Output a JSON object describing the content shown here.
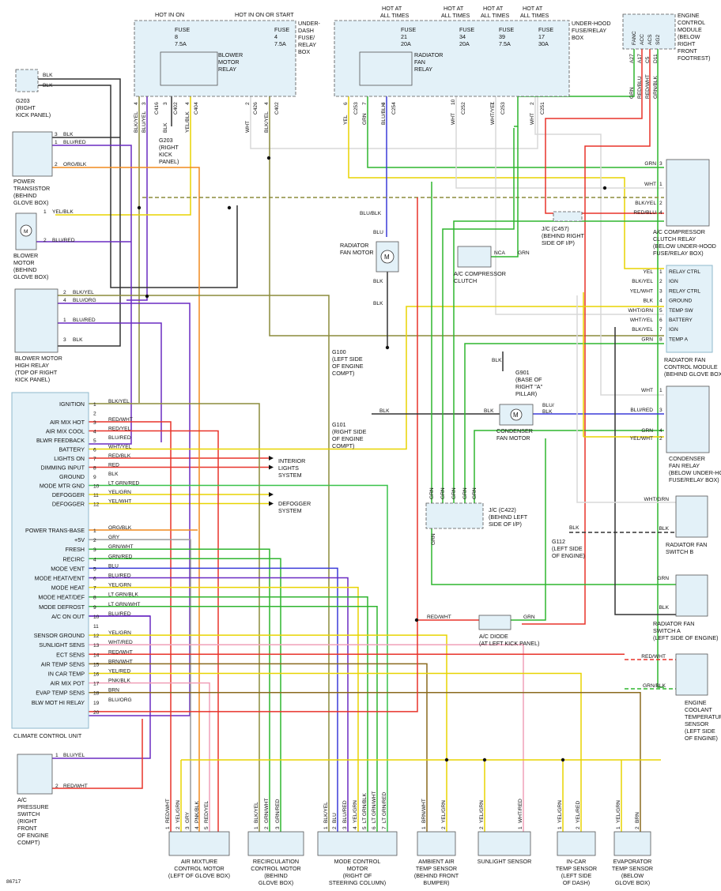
{
  "figure_id": "86717",
  "power": {
    "hot_in_on": "HOT IN ON",
    "hot_in_on_or_start": "HOT IN ON OR START",
    "hot_at_all_times": "HOT AT ALL TIMES"
  },
  "underdash_box": {
    "fuse8": [
      "FUSE",
      "8",
      "7.5A"
    ],
    "fuse4": [
      "FUSE",
      "4",
      "7.5A"
    ],
    "relay": [
      "BLOWER",
      "MOTOR",
      "RELAY"
    ],
    "label": [
      "UNDER-",
      "DASH",
      "FUSE/",
      "RELAY",
      "BOX"
    ]
  },
  "underhood_box": {
    "fuse21": [
      "FUSE",
      "21",
      "20A"
    ],
    "fuse34": [
      "FUSE",
      "34",
      "20A"
    ],
    "fuse39": [
      "FUSE",
      "39",
      "7.5A"
    ],
    "fuse17": [
      "FUSE",
      "17",
      "30A"
    ],
    "relay": [
      "RADIATOR",
      "FAN",
      "RELAY"
    ],
    "label": [
      "UNDER-HOOD",
      "FUSE/RELAY",
      "BOX"
    ]
  },
  "ecm": {
    "pins": [
      "FANC",
      "ACC",
      "ACS",
      "SG2"
    ],
    "pin_nums": [
      "A27",
      "A17",
      "C5",
      "D11"
    ],
    "wires": [
      "GRN",
      "RED/BLU",
      "RED/WHT",
      "GRN/BLK"
    ],
    "label": [
      "ENGINE",
      "CONTROL",
      "MODULE",
      "(BELOW",
      "RIGHT",
      "FRONT",
      "FOOTREST)"
    ]
  },
  "top_wires": {
    "ud": [
      {
        "pin": "4",
        "wire": "BLK/YEL"
      },
      {
        "pin": "3",
        "wire": "BLU/YEL"
      },
      {
        "pin": "3",
        "wire": "BLK"
      },
      {
        "pin": "4",
        "wire": "YEL/BLK"
      },
      {
        "pin": "2",
        "wire": "WHT"
      },
      {
        "pin": "4",
        "wire": "BLK/YEL"
      }
    ],
    "ud_conn": [
      "C416",
      "C402",
      "C404",
      "C426",
      "C402"
    ],
    "uh": [
      {
        "pin": "6",
        "wire": "YEL"
      },
      {
        "pin": "7",
        "wire": "GRN"
      },
      {
        "pin": "4",
        "wire": "BLU/BLK"
      },
      {
        "pin": "10",
        "wire": "WHT"
      },
      {
        "pin": "7",
        "wire": "WHT/YEL"
      },
      {
        "pin": "2",
        "wire": "WHT"
      }
    ],
    "uh_conn": [
      "C253",
      "C254",
      "C252",
      "C253",
      "C251"
    ]
  },
  "left_components": {
    "g203_a": [
      "G203",
      "(RIGHT",
      "KICK PANEL)"
    ],
    "g203_a_wires": [
      "BLK",
      "BLK"
    ],
    "g203_b": [
      "G203",
      "(RIGHT",
      "KICK",
      "PANEL)"
    ],
    "power_transistor": {
      "label": [
        "POWER",
        "TRANSISTOR",
        "(BEHIND",
        "GLOVE BOX)"
      ],
      "pins": [
        {
          "pin": "3",
          "wire": "BLK"
        },
        {
          "pin": "1",
          "wire": "BLU/RED"
        },
        {
          "pin": "2",
          "wire": "ORG/BLK"
        }
      ]
    },
    "blower_motor": {
      "label": [
        "BLOWER",
        "MOTOR",
        "(BEHIND",
        "GLOVE BOX)"
      ],
      "pins": [
        {
          "pin": "1",
          "wire": "YEL/BLK"
        },
        {
          "pin": "2",
          "wire": "BLU/RED"
        }
      ]
    },
    "blower_high_relay": {
      "label": [
        "BLOWER MOTOR",
        "HIGH RELAY",
        "(TOP OF RIGHT",
        "KICK PANEL)"
      ],
      "pins": [
        {
          "pin": "2",
          "wire": "BLK/YEL"
        },
        {
          "pin": "4",
          "wire": "BLU/ORG"
        },
        {
          "pin": "1",
          "wire": "BLU/RED"
        },
        {
          "pin": "3",
          "wire": "BLK"
        }
      ]
    },
    "ac_pressure_switch": {
      "label": [
        "A/C",
        "PRESSURE",
        "SWITCH",
        "(RIGHT",
        "FRONT",
        "OF ENGINE",
        "COMPT)"
      ],
      "pins": [
        {
          "pin": "1",
          "wire": "BLU/YEL"
        },
        {
          "pin": "2",
          "wire": "RED/WHT"
        }
      ]
    }
  },
  "ccu": {
    "title": "CLIMATE CONTROL UNIT",
    "a_pins": [
      {
        "name": "IGNITION",
        "pin": "1",
        "wire": "BLK/YEL"
      },
      {
        "name": "",
        "pin": "2",
        "wire": ""
      },
      {
        "name": "AIR MIX HOT",
        "pin": "3",
        "wire": "RED/WHT"
      },
      {
        "name": "AIR MIX COOL",
        "pin": "4",
        "wire": "RED/YEL"
      },
      {
        "name": "BLWR FEEDBACK",
        "pin": "5",
        "wire": "BLU/RED"
      },
      {
        "name": "BATTERY",
        "pin": "6",
        "wire": "WHT/YEL"
      },
      {
        "name": "LIGHTS ON",
        "pin": "7",
        "wire": "RED/BLK"
      },
      {
        "name": "DIMMING INPUT",
        "pin": "8",
        "wire": "RED"
      },
      {
        "name": "GROUND",
        "pin": "9",
        "wire": "BLK"
      },
      {
        "name": "MODE MTR GND",
        "pin": "10",
        "wire": "LT GRN/RED"
      },
      {
        "name": "DEFOGGER",
        "pin": "11",
        "wire": "YEL/GRN"
      },
      {
        "name": "DEFOGGER",
        "pin": "12",
        "wire": "YEL/WHT"
      }
    ],
    "b_pins": [
      {
        "name": "POWER TRANS-BASE",
        "pin": "1",
        "wire": "ORG/BLK"
      },
      {
        "name": "+5V",
        "pin": "2",
        "wire": "GRY"
      },
      {
        "name": "FRESH",
        "pin": "3",
        "wire": "GRN/WHT"
      },
      {
        "name": "RECIRC",
        "pin": "4",
        "wire": "GRN/RED"
      },
      {
        "name": "MODE VENT",
        "pin": "5",
        "wire": "BLU"
      },
      {
        "name": "MODE HEAT/VENT",
        "pin": "6",
        "wire": "BLU/RED"
      },
      {
        "name": "MODE HEAT",
        "pin": "7",
        "wire": "YEL/GRN"
      },
      {
        "name": "MODE HEAT/DEF",
        "pin": "8",
        "wire": "LT GRN/BLK"
      },
      {
        "name": "MODE DEFROST",
        "pin": "9",
        "wire": "LT GRN/WHT"
      },
      {
        "name": "A/C ON OUT",
        "pin": "10",
        "wire": "BLU/RED"
      },
      {
        "name": "",
        "pin": "11",
        "wire": ""
      },
      {
        "name": "SENSOR GROUND",
        "pin": "12",
        "wire": "YEL/GRN"
      },
      {
        "name": "SUNLIGHT SENS",
        "pin": "13",
        "wire": "WHT/RED"
      },
      {
        "name": "ECT SENS",
        "pin": "14",
        "wire": "RED/WHT"
      },
      {
        "name": "AIR TEMP SENS",
        "pin": "15",
        "wire": "BRN/WHT"
      },
      {
        "name": "IN CAR TEMP",
        "pin": "16",
        "wire": "YEL/RED"
      },
      {
        "name": "AIR MIX POT",
        "pin": "17",
        "wire": "PNK/BLK"
      },
      {
        "name": "EVAP TEMP SENS",
        "pin": "18",
        "wire": "BRN"
      },
      {
        "name": "BLW MOT HI RELAY",
        "pin": "19",
        "wire": "BLU/ORG"
      },
      {
        "name": "",
        "pin": "20",
        "wire": ""
      }
    ],
    "outputs": {
      "interior": [
        "INTERIOR",
        "LIGHTS",
        "SYSTEM"
      ],
      "defogger": [
        "DEFOGGER",
        "SYSTEM"
      ]
    }
  },
  "center": {
    "rad_fan_motor": [
      "RADIATOR",
      "FAN MOTOR"
    ],
    "rad_fan_wires": [
      "BLU/BLK",
      "BLU",
      "BLK",
      "BLK"
    ],
    "g100": [
      "G100",
      "(LEFT SIDE",
      "OF ENGINE",
      "COMPT)"
    ],
    "ac_clutch": [
      "A/C COMPRESSOR",
      "CLUTCH"
    ],
    "ac_clutch_wires": [
      "NCA",
      "GRN"
    ],
    "jc457": [
      "J/C (C457)",
      "(BEHIND RIGHT",
      "SIDE OF I/P)"
    ],
    "g901": [
      "G901",
      "(BASE OF",
      "RIGHT \"A\"",
      "PILLAR)"
    ],
    "g901_wire": "BLK",
    "g101": [
      "G101",
      "(RIGHT SIDE",
      "OF ENGINE",
      "COMPT)"
    ],
    "g101_wire": "BLK",
    "cond_fan_motor": [
      "CONDENSER",
      "FAN MOTOR"
    ],
    "cond_fan_wires": [
      "BLK",
      "BLU/",
      "BLK"
    ],
    "jc422": [
      "J/C (C422)",
      "(BEHIND LEFT",
      "SIDE OF I/P)"
    ],
    "jc422_wires": [
      "GRN",
      "GRN",
      "GRN",
      "GRN",
      "GRN",
      "GRN"
    ],
    "g112": [
      "G112",
      "(LEFT SIDE",
      "OF ENGINE)"
    ],
    "g112_wire": "BLK",
    "ac_diode": [
      "A/C DIODE",
      "(AT LEFT KICK PANEL)"
    ],
    "ac_diode_wires": [
      "RED/WHT",
      "GRN"
    ]
  },
  "right": {
    "clutch_relay": {
      "label": [
        "A/C COMPRESSOR",
        "CLUTCH RELAY",
        "(BELOW UNDER-HOOD",
        "FUSE/RELAY BOX)"
      ],
      "pins": [
        {
          "pin": "3",
          "wire": "GRN"
        },
        {
          "pin": "1",
          "wire": "WHT"
        },
        {
          "pin": "2",
          "wire": "BLK/YEL"
        },
        {
          "pin": "4",
          "wire": "RED/BLU"
        }
      ]
    },
    "rfcm": {
      "label": [
        "RADIATOR FAN",
        "CONTROL MODULE",
        "(BEHIND GLOVE BOX)"
      ],
      "pins": [
        {
          "pin": "1",
          "wire": "YEL",
          "name": "RELAY CTRL"
        },
        {
          "pin": "2",
          "wire": "BLK/YEL",
          "name": "IGN"
        },
        {
          "pin": "3",
          "wire": "YEL/WHT",
          "name": "RELAY CTRL"
        },
        {
          "pin": "4",
          "wire": "BLK",
          "name": "GROUND"
        },
        {
          "pin": "5",
          "wire": "WHT/GRN",
          "name": "TEMP SW"
        },
        {
          "pin": "6",
          "wire": "WHT/YEL",
          "name": "BATTERY"
        },
        {
          "pin": "7",
          "wire": "BLK/YEL",
          "name": "IGN"
        },
        {
          "pin": "8",
          "wire": "GRN",
          "name": "TEMP A"
        }
      ]
    },
    "cond_fan_relay": {
      "label": [
        "CONDENSER",
        "FAN RELAY",
        "(BELOW UNDER-HOOD",
        "FUSE/RELAY BOX)"
      ],
      "pins": [
        {
          "pin": "1",
          "wire": "WHT"
        },
        {
          "pin": "3",
          "wire": "BLU/RED"
        },
        {
          "pin": "4",
          "wire": "GRN"
        },
        {
          "pin": "2",
          "wire": "YEL/WHT"
        }
      ]
    },
    "rad_switch_b": {
      "label": [
        "RADIATOR FAN",
        "SWITCH B"
      ],
      "wires": [
        "WHT/GRN",
        "BLK"
      ]
    },
    "rad_switch_a": {
      "label": [
        "RADIATOR FAN",
        "SWITCH A",
        "(LEFT SIDE OF ENGINE)"
      ],
      "wires": [
        "GRN",
        "BLK"
      ]
    },
    "ect_sensor": {
      "label": [
        "ENGINE",
        "COOLANT",
        "TEMPERATURE",
        "SENSOR",
        "(LEFT SIDE",
        "OF ENGINE)"
      ],
      "wires": [
        "RED/WHT",
        "GRN/BLK"
      ]
    }
  },
  "bottom": [
    {
      "label": [
        "AIR MIXTURE",
        "CONTROL MOTOR",
        "(LEFT OF GLOVE BOX)"
      ],
      "pins": [
        {
          "pin": "1",
          "wire": "RED/WHT"
        },
        {
          "pin": "2",
          "wire": "YEL/GRN"
        },
        {
          "pin": "3",
          "wire": "GRY"
        },
        {
          "pin": "4",
          "wire": "PNK/BLK"
        },
        {
          "pin": "5",
          "wire": "RED/YEL"
        }
      ]
    },
    {
      "label": [
        "RECIRCULATION",
        "CONTROL MOTOR",
        "(BEHIND",
        "GLOVE BOX)"
      ],
      "pins": [
        {
          "pin": "1",
          "wire": "BLK/YEL"
        },
        {
          "pin": "2",
          "wire": "GRN/WHT"
        },
        {
          "pin": "3",
          "wire": "GRN/RED"
        }
      ]
    },
    {
      "label": [
        "MODE CONTROL",
        "MOTOR",
        "(RIGHT OF",
        "STEERING COLUMN)"
      ],
      "pins": [
        {
          "pin": "1",
          "wire": "BLK/YEL"
        },
        {
          "pin": "2",
          "wire": "BLU"
        },
        {
          "pin": "3",
          "wire": "BLU/RED"
        },
        {
          "pin": "4",
          "wire": "YEL/GRN"
        },
        {
          "pin": "5",
          "wire": "LT GRN/BLK"
        },
        {
          "pin": "6",
          "wire": "LT GRN/WHT"
        },
        {
          "pin": "7",
          "wire": "LT GRN/RED"
        }
      ]
    },
    {
      "label": [
        "AMBIENT AIR",
        "TEMP SENSOR",
        "(BEHIND FRONT",
        "BUMPER)"
      ],
      "pins": [
        {
          "pin": "1",
          "wire": "BRN/WHT"
        },
        {
          "pin": "2",
          "wire": "YEL/GRN"
        }
      ]
    },
    {
      "label": [
        "SUNLIGHT SENSOR"
      ],
      "pins": [
        {
          "pin": "2",
          "wire": "YEL/GRN"
        },
        {
          "pin": "1",
          "wire": "WHT/RED"
        }
      ]
    },
    {
      "label": [
        "IN-CAR",
        "TEMP SENSOR",
        "(LEFT SIDE",
        "OF DASH)"
      ],
      "pins": [
        {
          "pin": "1",
          "wire": "YEL/GRN"
        },
        {
          "pin": "2",
          "wire": "YEL/RED"
        }
      ]
    },
    {
      "label": [
        "EVAPORATOR",
        "TEMP SENSOR",
        "(BELOW",
        "GLOVE BOX)"
      ],
      "pins": [
        {
          "pin": "1",
          "wire": "YEL/GRN"
        },
        {
          "pin": "2",
          "wire": "BRN"
        }
      ]
    }
  ],
  "colors": {
    "blk": "#333333",
    "wht": "#d8d8d8",
    "yel": "#e8d400",
    "grn": "#2fb52f",
    "ltgrn": "#39c24a",
    "red": "#e8332a",
    "blu": "#3b3bd9",
    "purple": "#6a2bc2",
    "org": "#f08a1e",
    "brn": "#8a6a1e",
    "gry": "#9a9a9a",
    "pnk": "#f0a0b8",
    "olive": "#8b8b3c"
  }
}
